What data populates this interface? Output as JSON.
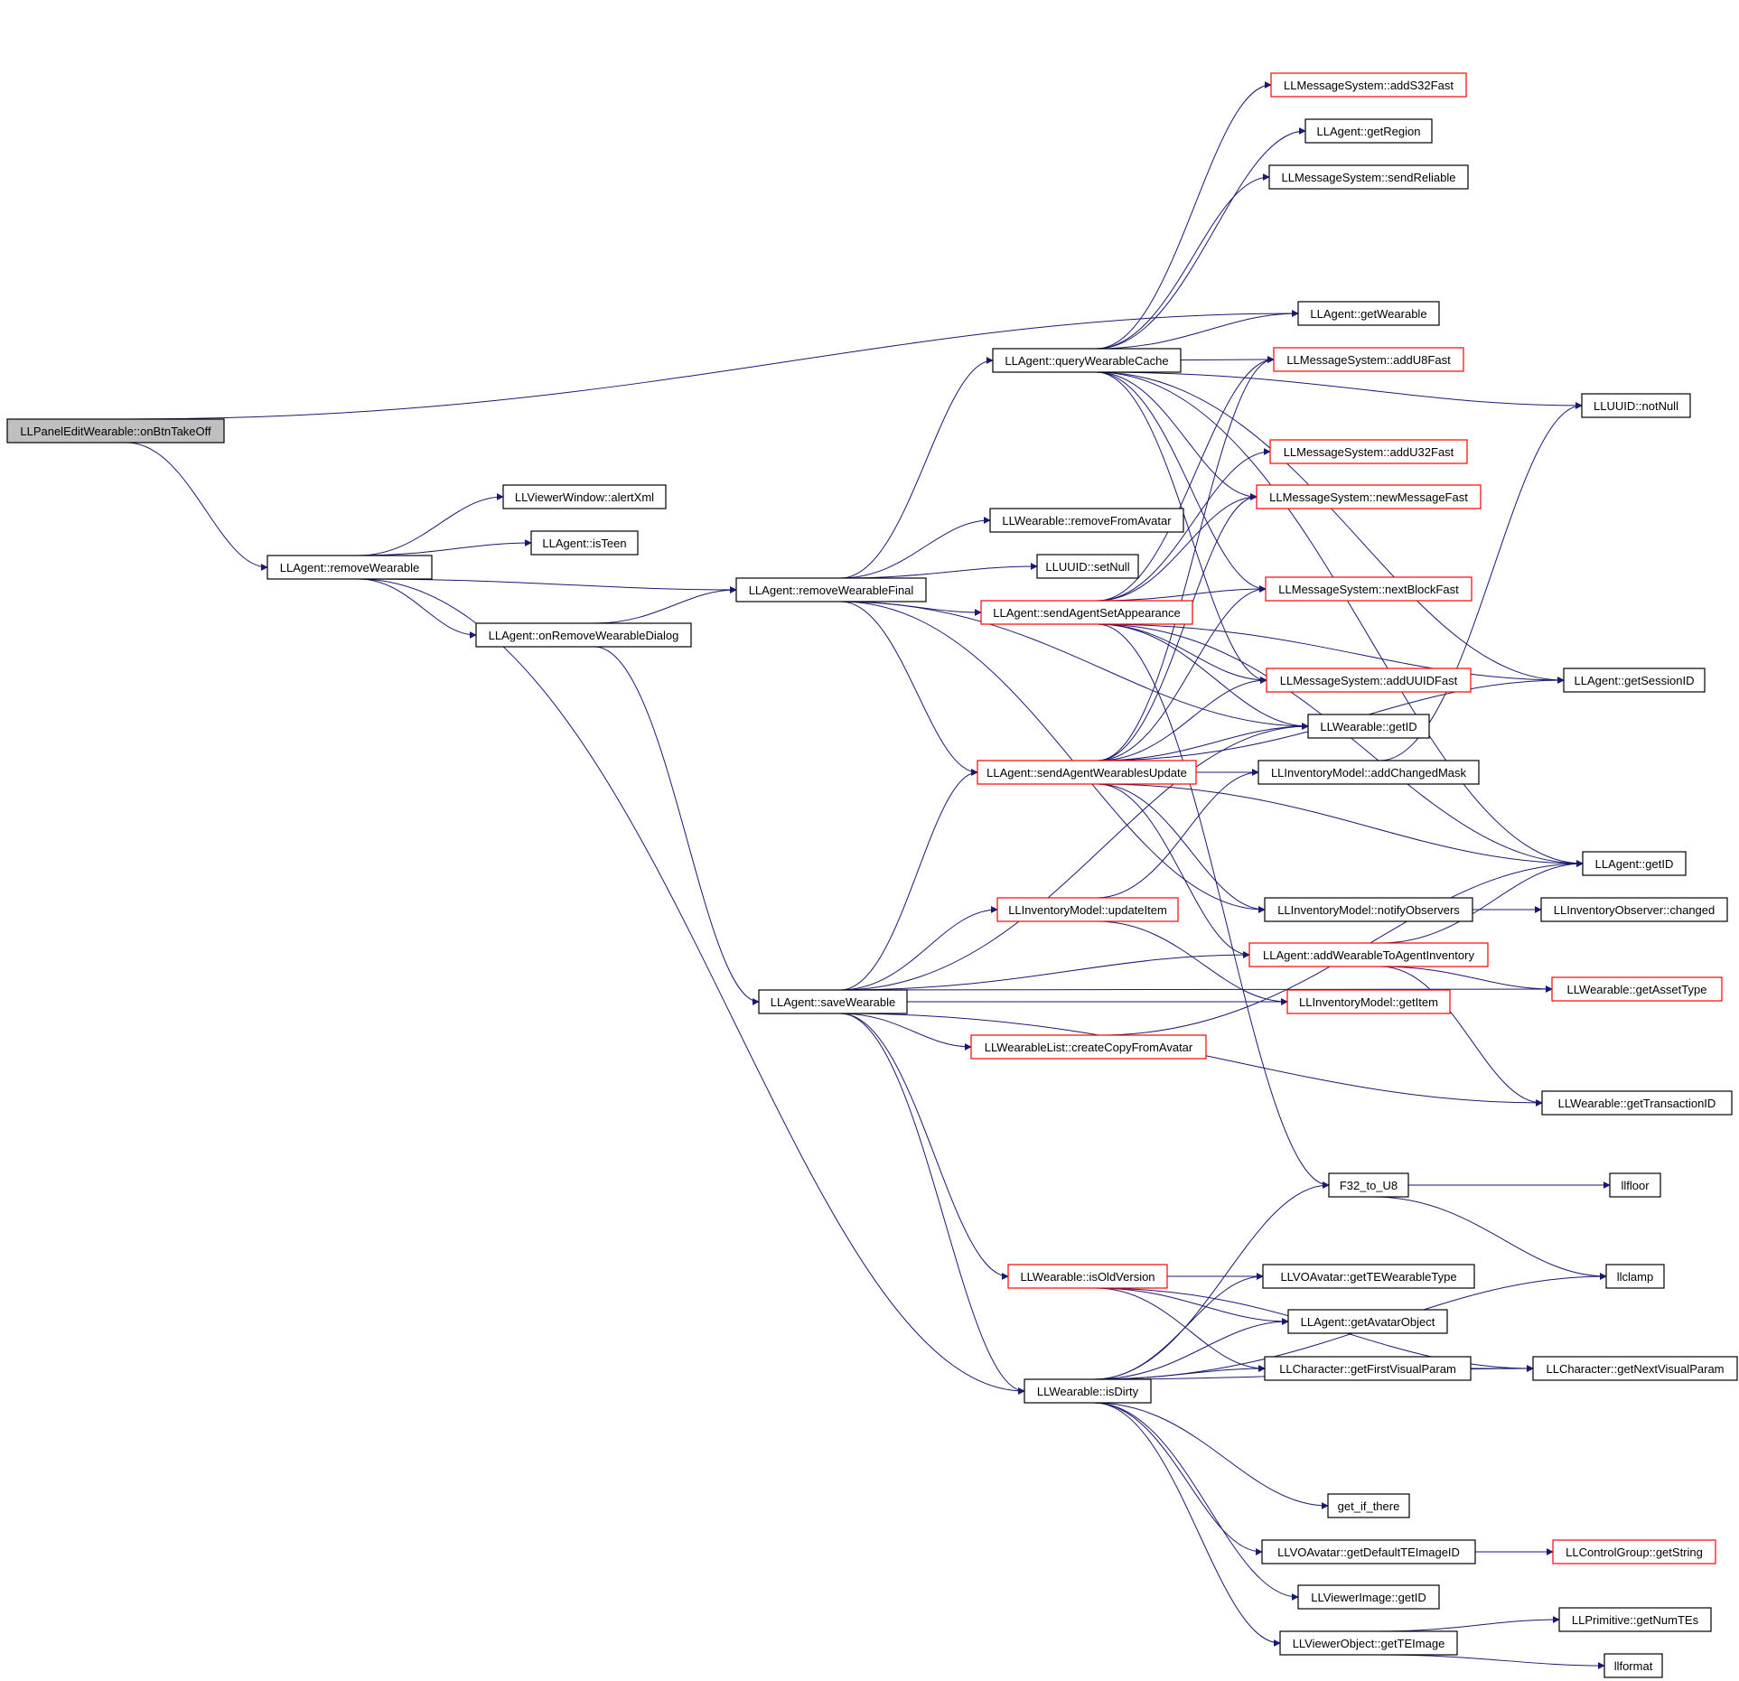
{
  "colors": {
    "edge": "#191970",
    "node_border": "#000000",
    "node_border_partial": "#ff0000",
    "root_fill": "#bfbfbf",
    "node_fill": "#ffffff",
    "text": "#000000"
  },
  "nodes": [
    {
      "id": "onBtnTakeOff",
      "label": "LLPanelEditWearable::onBtnTakeOff",
      "kind": "root"
    },
    {
      "id": "removeWearable",
      "label": "LLAgent::removeWearable",
      "kind": "normal"
    },
    {
      "id": "alertXml",
      "label": "LLViewerWindow::alertXml",
      "kind": "normal"
    },
    {
      "id": "isTeen",
      "label": "LLAgent::isTeen",
      "kind": "normal"
    },
    {
      "id": "onRemoveWearableDialog",
      "label": "LLAgent::onRemoveWearableDialog",
      "kind": "normal"
    },
    {
      "id": "removeWearableFinal",
      "label": "LLAgent::removeWearableFinal",
      "kind": "normal"
    },
    {
      "id": "queryWearableCache",
      "label": "LLAgent::queryWearableCache",
      "kind": "normal"
    },
    {
      "id": "removeFromAvatar",
      "label": "LLWearable::removeFromAvatar",
      "kind": "normal"
    },
    {
      "id": "setNull",
      "label": "LLUUID::setNull",
      "kind": "normal"
    },
    {
      "id": "sendAgentSetAppearance",
      "label": "LLAgent::sendAgentSetAppearance",
      "kind": "partial"
    },
    {
      "id": "sendAgentWearablesUpdate",
      "label": "LLAgent::sendAgentWearablesUpdate",
      "kind": "partial"
    },
    {
      "id": "updateItem",
      "label": "LLInventoryModel::updateItem",
      "kind": "partial"
    },
    {
      "id": "saveWearable",
      "label": "LLAgent::saveWearable",
      "kind": "normal"
    },
    {
      "id": "createCopyFromAvatar",
      "label": "LLWearableList::createCopyFromAvatar",
      "kind": "partial"
    },
    {
      "id": "isOldVersion",
      "label": "LLWearable::isOldVersion",
      "kind": "partial"
    },
    {
      "id": "isDirty",
      "label": "LLWearable::isDirty",
      "kind": "normal"
    },
    {
      "id": "addS32Fast",
      "label": "LLMessageSystem::addS32Fast",
      "kind": "partial"
    },
    {
      "id": "getRegion",
      "label": "LLAgent::getRegion",
      "kind": "normal"
    },
    {
      "id": "sendReliable",
      "label": "LLMessageSystem::sendReliable",
      "kind": "normal"
    },
    {
      "id": "getWearable",
      "label": "LLAgent::getWearable",
      "kind": "normal"
    },
    {
      "id": "addU8Fast",
      "label": "LLMessageSystem::addU8Fast",
      "kind": "partial"
    },
    {
      "id": "addU32Fast",
      "label": "LLMessageSystem::addU32Fast",
      "kind": "partial"
    },
    {
      "id": "newMessageFast",
      "label": "LLMessageSystem::newMessageFast",
      "kind": "partial"
    },
    {
      "id": "nextBlockFast",
      "label": "LLMessageSystem::nextBlockFast",
      "kind": "partial"
    },
    {
      "id": "addUUIDFast",
      "label": "LLMessageSystem::addUUIDFast",
      "kind": "partial"
    },
    {
      "id": "wearableGetID",
      "label": "LLWearable::getID",
      "kind": "normal"
    },
    {
      "id": "addChangedMask",
      "label": "LLInventoryModel::addChangedMask",
      "kind": "normal"
    },
    {
      "id": "notifyObservers",
      "label": "LLInventoryModel::notifyObservers",
      "kind": "normal"
    },
    {
      "id": "addWearableToAgentInventory",
      "label": "LLAgent::addWearableToAgentInventory",
      "kind": "partial"
    },
    {
      "id": "getItem",
      "label": "LLInventoryModel::getItem",
      "kind": "partial"
    },
    {
      "id": "F32_to_U8",
      "label": "F32_to_U8",
      "kind": "normal"
    },
    {
      "id": "getTEWearableType",
      "label": "LLVOAvatar::getTEWearableType",
      "kind": "normal"
    },
    {
      "id": "getAvatarObject",
      "label": "LLAgent::getAvatarObject",
      "kind": "normal"
    },
    {
      "id": "getFirstVisualParam",
      "label": "LLCharacter::getFirstVisualParam",
      "kind": "normal"
    },
    {
      "id": "get_if_there",
      "label": "get_if_there",
      "kind": "normal"
    },
    {
      "id": "getDefaultTEImageID",
      "label": "LLVOAvatar::getDefaultTEImageID",
      "kind": "normal"
    },
    {
      "id": "viewerImageGetID",
      "label": "LLViewerImage::getID",
      "kind": "normal"
    },
    {
      "id": "getTEImage",
      "label": "LLViewerObject::getTEImage",
      "kind": "normal"
    },
    {
      "id": "notNull",
      "label": "LLUUID::notNull",
      "kind": "normal"
    },
    {
      "id": "getSessionID",
      "label": "LLAgent::getSessionID",
      "kind": "normal"
    },
    {
      "id": "agentGetID",
      "label": "LLAgent::getID",
      "kind": "normal"
    },
    {
      "id": "changed",
      "label": "LLInventoryObserver::changed",
      "kind": "normal"
    },
    {
      "id": "getAssetType",
      "label": "LLWearable::getAssetType",
      "kind": "partial"
    },
    {
      "id": "getTransactionID",
      "label": "LLWearable::getTransactionID",
      "kind": "normal"
    },
    {
      "id": "llfloor",
      "label": "llfloor",
      "kind": "normal"
    },
    {
      "id": "llclamp",
      "label": "llclamp",
      "kind": "normal"
    },
    {
      "id": "getNextVisualParam",
      "label": "LLCharacter::getNextVisualParam",
      "kind": "normal"
    },
    {
      "id": "getString",
      "label": "LLControlGroup::getString",
      "kind": "partial"
    },
    {
      "id": "getNumTEs",
      "label": "LLPrimitive::getNumTEs",
      "kind": "normal"
    },
    {
      "id": "llformat",
      "label": "llformat",
      "kind": "normal"
    }
  ],
  "edges": [
    [
      "onBtnTakeOff",
      "removeWearable"
    ],
    [
      "onBtnTakeOff",
      "getWearable"
    ],
    [
      "removeWearable",
      "alertXml"
    ],
    [
      "removeWearable",
      "isTeen"
    ],
    [
      "removeWearable",
      "removeWearableFinal"
    ],
    [
      "removeWearable",
      "onRemoveWearableDialog"
    ],
    [
      "removeWearable",
      "isDirty"
    ],
    [
      "onRemoveWearableDialog",
      "removeWearableFinal"
    ],
    [
      "onRemoveWearableDialog",
      "saveWearable"
    ],
    [
      "removeWearableFinal",
      "queryWearableCache"
    ],
    [
      "removeWearableFinal",
      "removeFromAvatar"
    ],
    [
      "removeWearableFinal",
      "setNull"
    ],
    [
      "removeWearableFinal",
      "sendAgentSetAppearance"
    ],
    [
      "removeWearableFinal",
      "sendAgentWearablesUpdate"
    ],
    [
      "removeWearableFinal",
      "notifyObservers"
    ],
    [
      "removeWearableFinal",
      "wearableGetID"
    ],
    [
      "queryWearableCache",
      "addS32Fast"
    ],
    [
      "queryWearableCache",
      "getRegion"
    ],
    [
      "queryWearableCache",
      "sendReliable"
    ],
    [
      "queryWearableCache",
      "getWearable"
    ],
    [
      "queryWearableCache",
      "addU8Fast"
    ],
    [
      "queryWearableCache",
      "newMessageFast"
    ],
    [
      "queryWearableCache",
      "nextBlockFast"
    ],
    [
      "queryWearableCache",
      "addUUIDFast"
    ],
    [
      "queryWearableCache",
      "notNull"
    ],
    [
      "queryWearableCache",
      "getSessionID"
    ],
    [
      "queryWearableCache",
      "agentGetID"
    ],
    [
      "sendAgentSetAppearance",
      "addU8Fast"
    ],
    [
      "sendAgentSetAppearance",
      "addU32Fast"
    ],
    [
      "sendAgentSetAppearance",
      "newMessageFast"
    ],
    [
      "sendAgentSetAppearance",
      "nextBlockFast"
    ],
    [
      "sendAgentSetAppearance",
      "addUUIDFast"
    ],
    [
      "sendAgentSetAppearance",
      "getSessionID"
    ],
    [
      "sendAgentSetAppearance",
      "agentGetID"
    ],
    [
      "sendAgentSetAppearance",
      "F32_to_U8"
    ],
    [
      "sendAgentSetAppearance",
      "wearableGetID"
    ],
    [
      "sendAgentWearablesUpdate",
      "addU8Fast"
    ],
    [
      "sendAgentWearablesUpdate",
      "newMessageFast"
    ],
    [
      "sendAgentWearablesUpdate",
      "nextBlockFast"
    ],
    [
      "sendAgentWearablesUpdate",
      "addUUIDFast"
    ],
    [
      "sendAgentWearablesUpdate",
      "wearableGetID"
    ],
    [
      "sendAgentWearablesUpdate",
      "addChangedMask"
    ],
    [
      "sendAgentWearablesUpdate",
      "notifyObservers"
    ],
    [
      "sendAgentWearablesUpdate",
      "addWearableToAgentInventory"
    ],
    [
      "sendAgentWearablesUpdate",
      "getSessionID"
    ],
    [
      "sendAgentWearablesUpdate",
      "agentGetID"
    ],
    [
      "updateItem",
      "addChangedMask"
    ],
    [
      "updateItem",
      "getItem"
    ],
    [
      "saveWearable",
      "sendAgentWearablesUpdate"
    ],
    [
      "saveWearable",
      "updateItem"
    ],
    [
      "saveWearable",
      "addWearableToAgentInventory"
    ],
    [
      "saveWearable",
      "getItem"
    ],
    [
      "saveWearable",
      "createCopyFromAvatar"
    ],
    [
      "saveWearable",
      "isOldVersion"
    ],
    [
      "saveWearable",
      "isDirty"
    ],
    [
      "saveWearable",
      "wearableGetID"
    ],
    [
      "saveWearable",
      "getAssetType"
    ],
    [
      "saveWearable",
      "getTransactionID"
    ],
    [
      "createCopyFromAvatar",
      "agentGetID"
    ],
    [
      "addWearableToAgentInventory",
      "getAssetType"
    ],
    [
      "addWearableToAgentInventory",
      "getTransactionID"
    ],
    [
      "addWearableToAgentInventory",
      "agentGetID"
    ],
    [
      "notifyObservers",
      "changed"
    ],
    [
      "addChangedMask",
      "notNull"
    ],
    [
      "isOldVersion",
      "getTEWearableType"
    ],
    [
      "isOldVersion",
      "getAvatarObject"
    ],
    [
      "isOldVersion",
      "getFirstVisualParam"
    ],
    [
      "isOldVersion",
      "getNextVisualParam"
    ],
    [
      "isDirty",
      "F32_to_U8"
    ],
    [
      "isDirty",
      "getTEWearableType"
    ],
    [
      "isDirty",
      "getAvatarObject"
    ],
    [
      "isDirty",
      "getFirstVisualParam"
    ],
    [
      "isDirty",
      "getNextVisualParam"
    ],
    [
      "isDirty",
      "get_if_there"
    ],
    [
      "isDirty",
      "getDefaultTEImageID"
    ],
    [
      "isDirty",
      "viewerImageGetID"
    ],
    [
      "isDirty",
      "getTEImage"
    ],
    [
      "isDirty",
      "llclamp"
    ],
    [
      "F32_to_U8",
      "llfloor"
    ],
    [
      "F32_to_U8",
      "llclamp"
    ],
    [
      "getFirstVisualParam",
      "getNextVisualParam"
    ],
    [
      "getDefaultTEImageID",
      "getString"
    ],
    [
      "getTEImage",
      "getNumTEs"
    ],
    [
      "getTEImage",
      "llformat"
    ]
  ]
}
